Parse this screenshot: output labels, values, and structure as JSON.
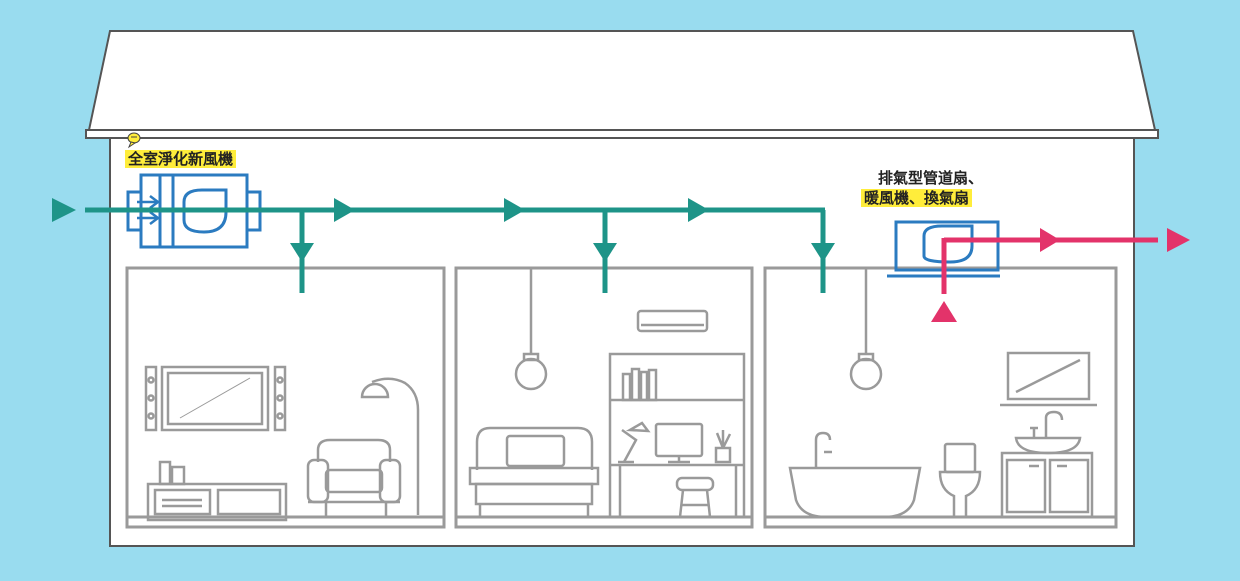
{
  "labels": {
    "fresh_air_unit": "全室淨化新風機",
    "exhaust_line1": "排氣型管道扇、",
    "exhaust_line2": "暖風機、換氣扇"
  },
  "colors": {
    "background": "#99dcef",
    "supply_duct": "#1e9488",
    "exhaust_duct": "#e3336a",
    "unit_outline": "#2b7bc0",
    "furniture": "#9a9a9a",
    "highlight": "#ffed3b"
  },
  "icons": [
    "speech-bubble-icon",
    "fresh-air-unit-icon",
    "exhaust-fan-icon",
    "air-conditioner-icon",
    "tv-icon",
    "floor-lamp-icon",
    "armchair-icon",
    "bed-icon",
    "desk-lamp-icon",
    "monitor-icon",
    "bathtub-icon",
    "toilet-icon",
    "sink-icon",
    "mirror-icon",
    "pendant-lamp-icon"
  ]
}
